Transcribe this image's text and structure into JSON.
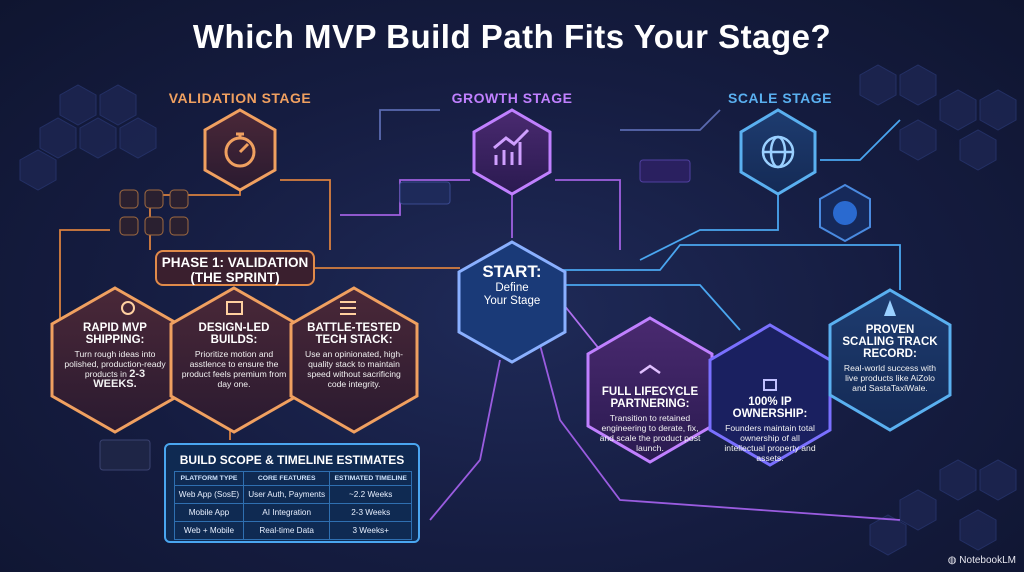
{
  "title": "Which MVP Build Path Fits Your Stage?",
  "stages": {
    "validation": "VALIDATION STAGE",
    "growth": "GROWTH STAGE",
    "scale": "SCALE STAGE"
  },
  "phase": {
    "line1": "PHASE 1: VALIDATION",
    "line2": "(THE SPRINT)"
  },
  "start": {
    "label": "START:",
    "sub1": "Define",
    "sub2": "Your Stage"
  },
  "validation_cards": [
    {
      "title": "RAPID MVP SHIPPING:",
      "body": "Turn rough ideas into polished, production-ready products in",
      "emphasis": "2-3 WEEKS.",
      "icon": "stopwatch-icon"
    },
    {
      "title": "DESIGN-LED BUILDS:",
      "body": "Prioritize motion and asstlence to ensure the product feels premium from day one.",
      "icon": "layout-icon"
    },
    {
      "title": "BATTLE-TESTED TECH STACK:",
      "body": "Use an opinionated, high-quality stack to maintain speed without sacrificing code integrity.",
      "icon": "server-icon"
    }
  ],
  "growth_cards": [
    {
      "title": "FULL LIFECYCLE PARTNERING:",
      "body": "Transition to retained engineering to derate, fix, and scale the product post launch.",
      "icon": "handshake-icon"
    },
    {
      "title": "100% IP OWNERSHIP:",
      "body": "Founders maintain total ownership of all intellectual property and assets.",
      "icon": "lock-icon"
    }
  ],
  "scale_card": {
    "title": "PROVEN SCALING TRACK RECORD:",
    "body": "Real-world success with live products like AiZolo and SastaTaxiWale.",
    "icon": "rocket-icon"
  },
  "build_scope": {
    "title": "BUILD SCOPE & TIMELINE ESTIMATES",
    "headers": [
      "PLATFORM TYPE",
      "CORE FEATURES",
      "ESTIMATED TIMELINE"
    ],
    "rows": [
      [
        "Web App (SosE)",
        "User Auth, Payments",
        "~2.2 Weeks"
      ],
      [
        "Mobile App",
        "AI Integration",
        "2-3 Weeks"
      ],
      [
        "Web + Mobile",
        "Real-time Data",
        "3 Weeks+"
      ]
    ]
  },
  "branding": "NotebookLM",
  "colors": {
    "validation": "#f0a060",
    "growth": "#b070f0",
    "scale": "#5ab0f0",
    "background": "#151c40"
  }
}
